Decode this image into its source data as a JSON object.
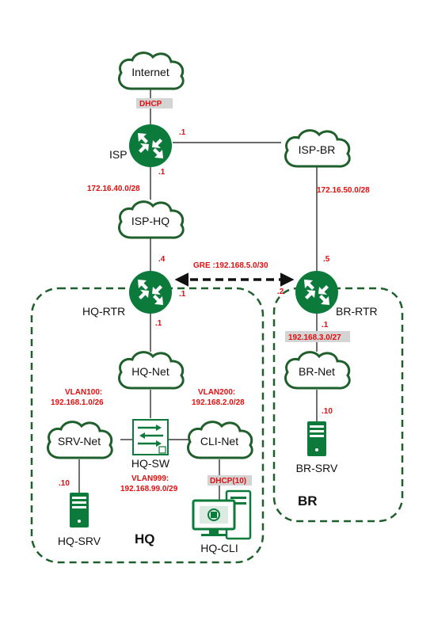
{
  "nodes": {
    "internet": "Internet",
    "isp": "ISP",
    "isp_br": "ISP-BR",
    "isp_hq": "ISP-HQ",
    "hq_rtr": "HQ-RTR",
    "br_rtr": "BR-RTR",
    "hq_net": "HQ-Net",
    "br_net": "BR-Net",
    "srv_net": "SRV-Net",
    "cli_net": "CLI-Net",
    "hq_sw": "HQ-SW",
    "hq_srv": "HQ-SRV",
    "hq_cli": "HQ-CLI",
    "br_srv": "BR-SRV"
  },
  "zones": {
    "hq": "HQ",
    "br": "BR"
  },
  "labels": {
    "dhcp_isp": "DHCP",
    "isp_br_addr": ".1",
    "isp_hq_addr": ".1",
    "net_isp_hq": "172.16.40.0/28",
    "net_isp_br": "172.16.50.0/28",
    "hq_rtr_wan": ".4",
    "br_rtr_wan": ".5",
    "gre": "GRE :192.168.5.0/30",
    "hq_rtr_tun": ".1",
    "br_rtr_tun": ".2",
    "hq_rtr_lan": ".1",
    "br_rtr_lan": ".1",
    "br_lan": "192.168.3.0/27",
    "br_srv_addr": ".10",
    "vlan100_a": "VLAN100:",
    "vlan100_b": "192.168.1.0/26",
    "vlan200_a": "VLAN200:",
    "vlan200_b": "192.168.2.0/28",
    "vlan999_a": "VLAN999:",
    "vlan999_b": "192.168.99.0/29",
    "hq_srv_addr": ".10",
    "dhcp_cli": "DHCP(10)"
  },
  "colors": {
    "green": "#1f5f2c",
    "router": "#0b7a3a",
    "label_red": "#e01010",
    "label_bg": "#d4d4d4"
  }
}
